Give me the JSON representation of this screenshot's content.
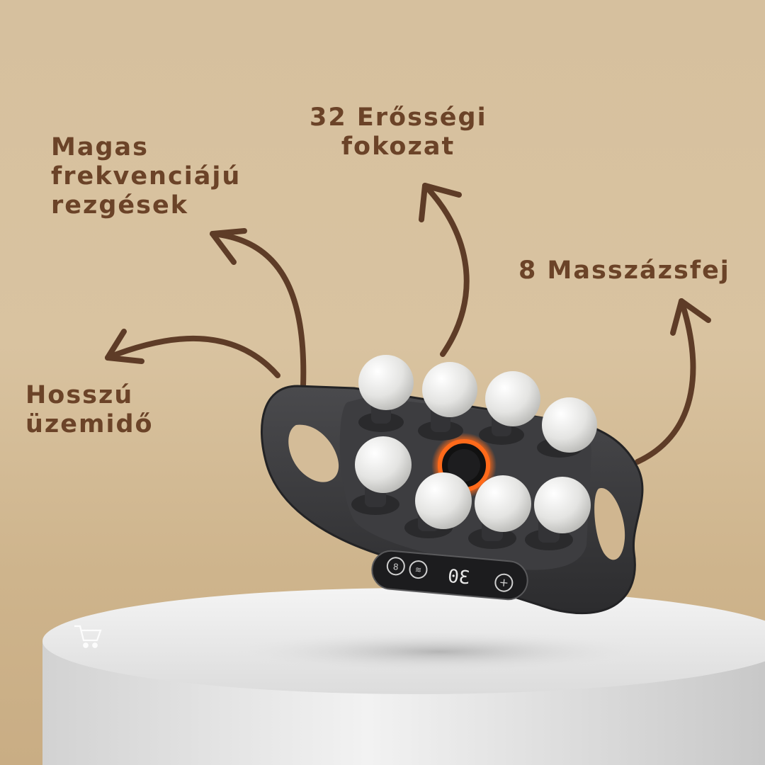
{
  "features": [
    {
      "id": "vibration",
      "lines": [
        "Magas",
        "frekvenciájú",
        "rezgések"
      ]
    },
    {
      "id": "intensity",
      "lines": [
        "32 Erősségi",
        "fokozat"
      ]
    },
    {
      "id": "heads",
      "lines": [
        "8 Masszázsfej"
      ]
    },
    {
      "id": "runtime",
      "lines": [
        "Hosszú",
        "üzemidő"
      ]
    }
  ],
  "device": {
    "display_value": "30",
    "button_icons": [
      "mode-icon",
      "vibration-icon",
      "plus-icon"
    ],
    "center_ring_color": "#ff6a1a",
    "body_color": "#3a3a3c",
    "head_color": "#e6e6e4",
    "massage_head_count": 8
  },
  "colors": {
    "text": "#6b4328",
    "arrow": "#5e3c27",
    "background": "#d6c09e",
    "pedestal": "#ececec"
  },
  "watermark_icon": "shopping-cart-icon"
}
